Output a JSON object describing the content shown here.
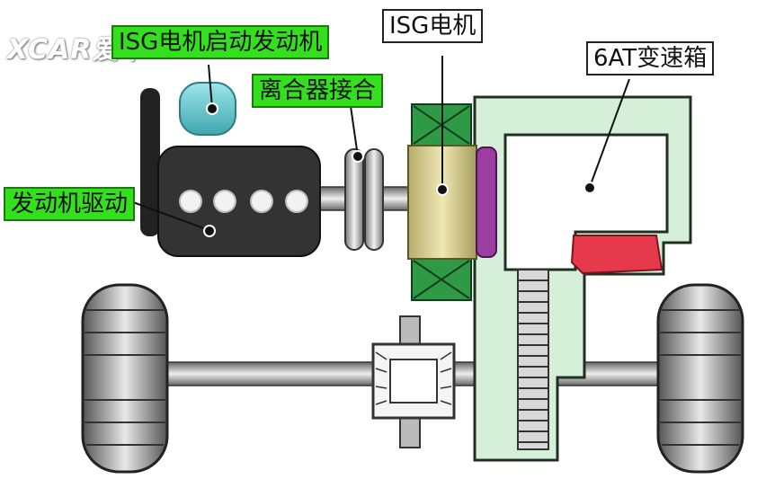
{
  "watermark": "XCAR爱卡",
  "labels": {
    "isg_start": "ISG电机启动发动机",
    "clutch": "离合器接合",
    "isg_motor": "ISG电机",
    "gearbox": "6AT变速箱",
    "engine": "发动机驱动"
  },
  "colors": {
    "label_green": "#34e01e",
    "starter": "#5fc8cc",
    "engine": "#333333",
    "isg_rotor": "#d8cf8e",
    "isg_stator": "#2e9a45",
    "gearbox_housing": "#d6efd8",
    "clutch_plate": "#9b3ea0",
    "gear_red": "#e6394b"
  }
}
